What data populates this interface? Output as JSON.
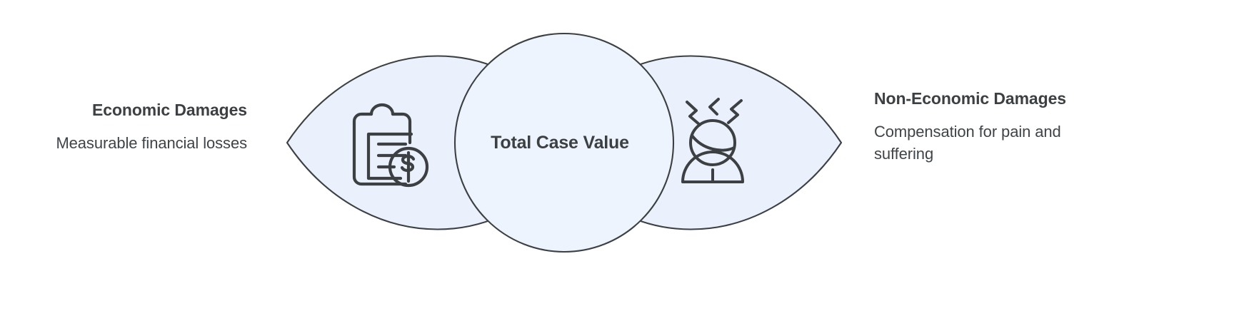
{
  "diagram": {
    "type": "venn-lens",
    "background_color": "#ffffff",
    "shape_fill": "#eaf1fc",
    "shape_stroke": "#3c4043",
    "text_color": "#3c4043",
    "center": {
      "label": "Total Case Value"
    },
    "left": {
      "title": "Economic Damages",
      "description": "Measurable financial losses",
      "icon": "clipboard-dollar-icon"
    },
    "right": {
      "title": "Non-Economic Damages",
      "description": "Compensation for pain and suffering",
      "icon": "person-in-pain-icon"
    }
  }
}
